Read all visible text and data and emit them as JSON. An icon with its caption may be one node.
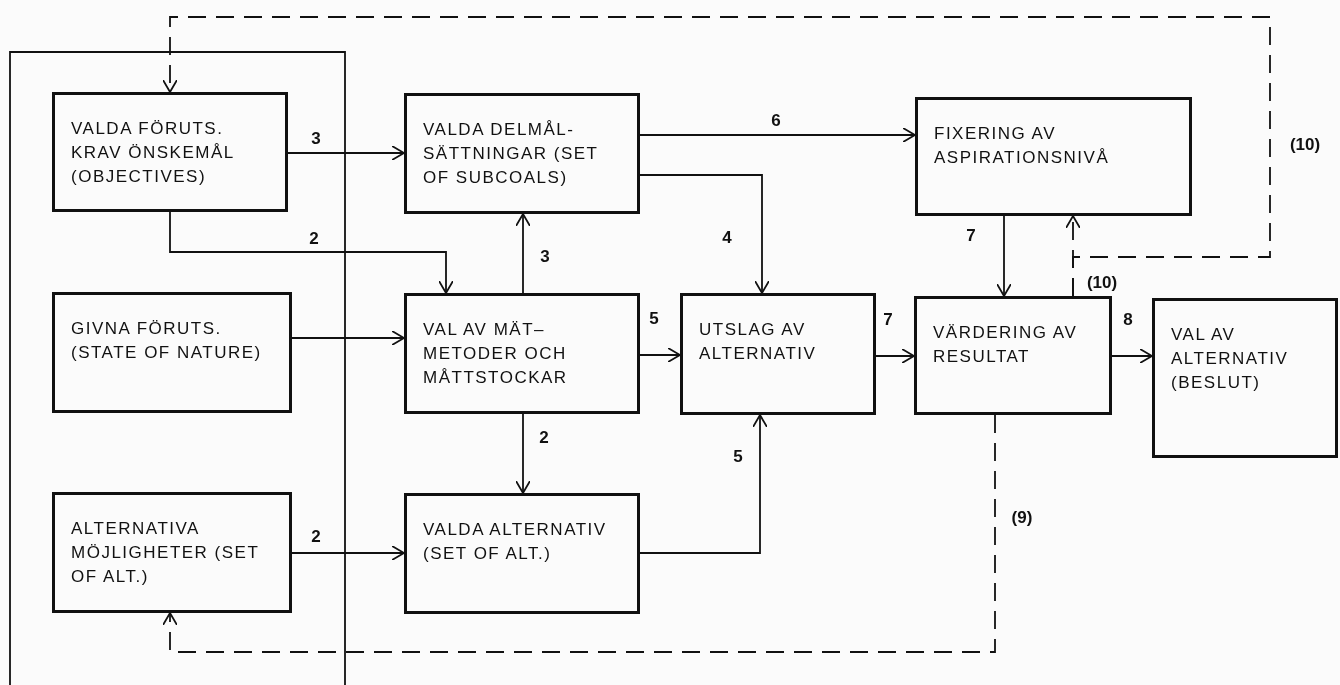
{
  "diagram": {
    "nodes": [
      {
        "text": [
          "VALDA FÖRUTS. KRAV ÖNSKEMÅL (OBJECTIVES)"
        ]
      },
      {
        "text": [
          "VALDA DELMÅL- SÄTTNINGAR (SET OF SUBCOALS)"
        ]
      },
      {
        "text": [
          "FIXERING AV ASPIRATIONSNIVÅ"
        ]
      },
      {
        "text": [
          "GIVNA FÖRUTS. (STATE OF NATURE)"
        ]
      },
      {
        "text": [
          "VAL AV MÄT– METODER OCH MÅTTSTOCKAR"
        ]
      },
      {
        "text": [
          "UTSLAG AV ALTERNATIV"
        ]
      },
      {
        "text": [
          "VÄRDERING AV RESULTAT"
        ]
      },
      {
        "text": [
          "VAL AV ALTERNATIV (BESLUT)"
        ]
      },
      {
        "text": [
          "ALTERNATIVA MÖJLIGHETER (SET OF ALT.)"
        ]
      },
      {
        "text": [
          "VALDA ALTERNATIV (SET OF ALT.)"
        ]
      }
    ],
    "edges": [
      {
        "from": 0,
        "to": 1,
        "arrow": "to",
        "label": "3"
      },
      {
        "from": 0,
        "to": 4,
        "arrow": "to",
        "label": "2"
      },
      {
        "from": 4,
        "to": 1,
        "arrow": "to",
        "label": "3"
      },
      {
        "from": 1,
        "to": 2,
        "arrow": "to",
        "label": "6"
      },
      {
        "from": 1,
        "to": 5,
        "arrow": "to",
        "label": "4"
      },
      {
        "from": 3,
        "to": 4,
        "arrow": "to"
      },
      {
        "from": 4,
        "to": 5,
        "arrow": "to",
        "label": "5"
      },
      {
        "from": 5,
        "to": 6,
        "arrow": "to",
        "label": "7"
      },
      {
        "from": 2,
        "to": 6,
        "arrow": "to",
        "label": "7"
      },
      {
        "from": 6,
        "to": 7,
        "arrow": "to",
        "label": "8"
      },
      {
        "from": 4,
        "to": 9,
        "arrow": "to",
        "label": "2"
      },
      {
        "from": 8,
        "to": 9,
        "arrow": "to",
        "label": "2"
      },
      {
        "from": 9,
        "to": 5,
        "arrow": "to",
        "label": "5"
      },
      {
        "from": 6,
        "to": 8,
        "arrow": "to",
        "label": "(9)",
        "style": "dashed"
      },
      {
        "from": 6,
        "to": 2,
        "arrow": "to",
        "label": "(10)",
        "style": "dashed"
      },
      {
        "from": 6,
        "to": 0,
        "arrow": "to",
        "label": "(10)",
        "style": "dashed"
      }
    ]
  }
}
